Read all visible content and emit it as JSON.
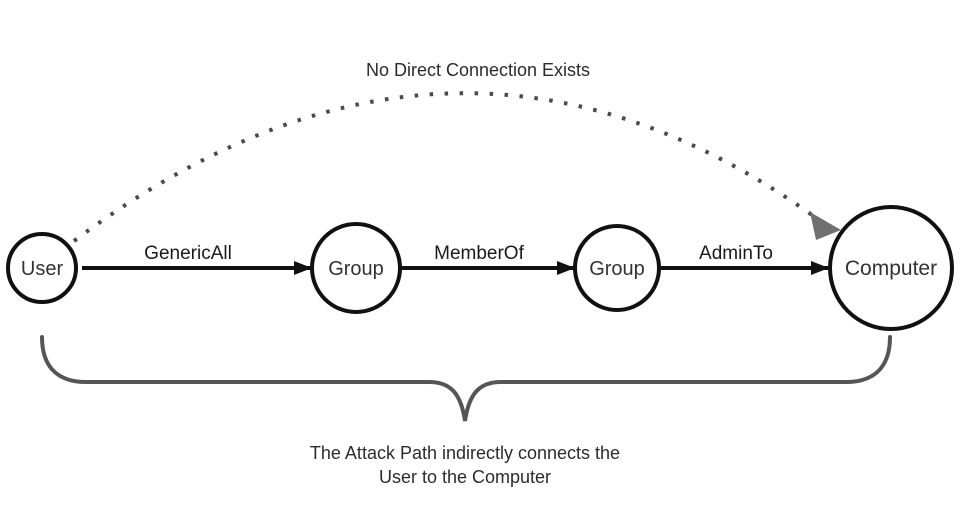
{
  "diagram": {
    "dotted_connection": {
      "caption": "No Direct Connection Exists",
      "from": "User",
      "to": "Computer",
      "style": "dotted"
    },
    "nodes": [
      {
        "id": "user",
        "label": "User"
      },
      {
        "id": "group-1",
        "label": "Group"
      },
      {
        "id": "group-2",
        "label": "Group"
      },
      {
        "id": "computer",
        "label": "Computer"
      }
    ],
    "edges": [
      {
        "from": "User",
        "to": "Group",
        "label": "GenericAll",
        "style": "solid"
      },
      {
        "from": "Group",
        "to": "Group",
        "label": "MemberOf",
        "style": "solid"
      },
      {
        "from": "Group",
        "to": "Computer",
        "label": "AdminTo",
        "style": "solid"
      }
    ],
    "brace_caption": {
      "line1": "The Attack Path indirectly connects the",
      "line2": "User to the Computer"
    },
    "colors": {
      "background": "#ffffff",
      "node_stroke": "#111111",
      "solid_arrow": "#111111",
      "dotted_arc": "#4a4a4a",
      "dotted_arrowhead": "#707070",
      "brace": "#555555",
      "caption_text": "#2b2b2b",
      "node_label_text": "#333333"
    }
  }
}
